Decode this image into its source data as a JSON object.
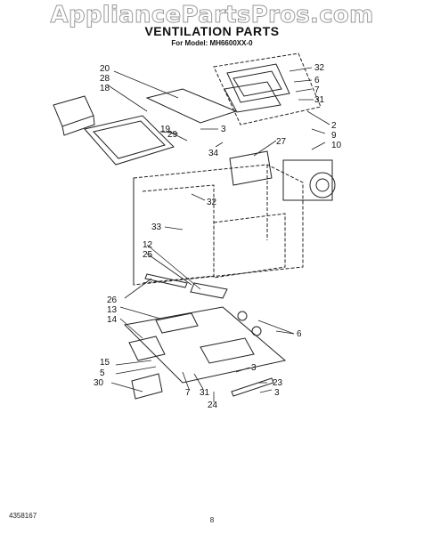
{
  "header": {
    "watermark": "AppliancePartsPros.com",
    "title": "VENTILATION PARTS",
    "subtitle": "For Model: MH6600XX-0"
  },
  "callouts": [
    "20",
    "28",
    "18",
    "32",
    "6",
    "7",
    "31",
    "2",
    "9",
    "10",
    "3",
    "19",
    "29",
    "34",
    "27",
    "32",
    "33",
    "12",
    "25",
    "26",
    "13",
    "14",
    "6",
    "15",
    "5",
    "30",
    "7",
    "31",
    "24",
    "3",
    "23",
    "3"
  ],
  "footer": {
    "doc_number": "4358167",
    "page_number": "8"
  },
  "colors": {
    "line": "#222222",
    "watermark_outline": "#9a9a9a"
  }
}
